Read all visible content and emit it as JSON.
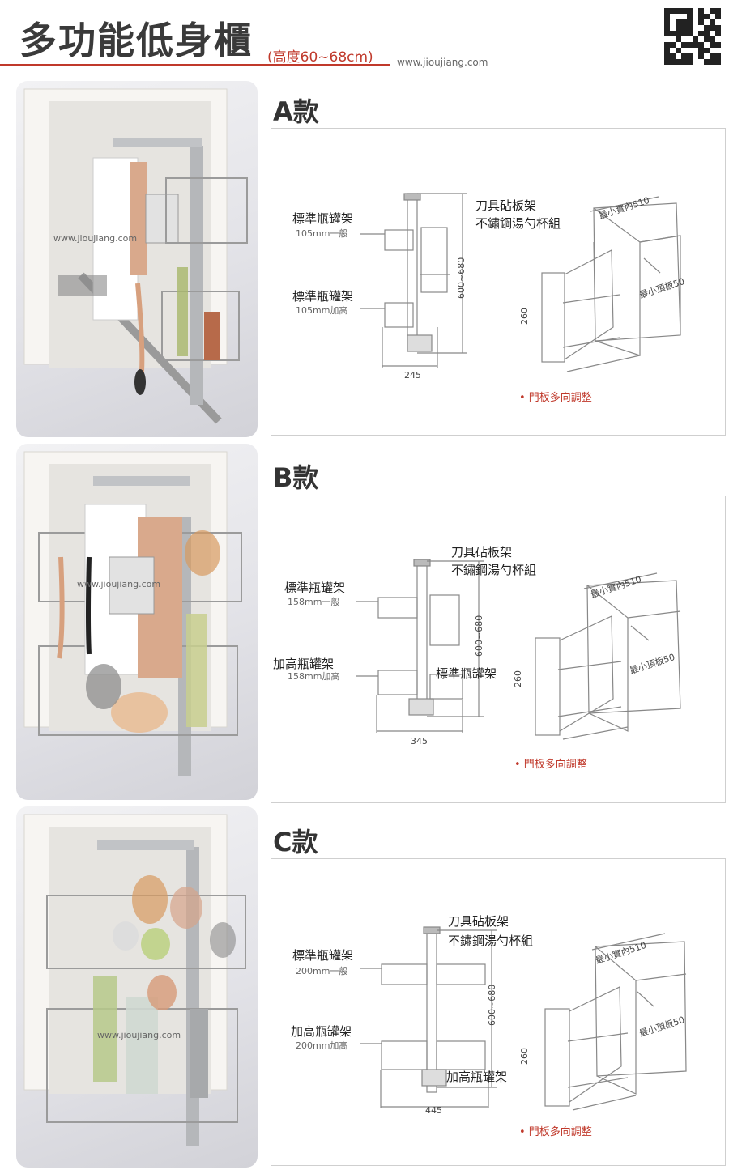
{
  "header": {
    "title": "多功能低身櫃",
    "subtitle": "(高度60~68cm)",
    "website": "www.jioujiang.com"
  },
  "colors": {
    "accent": "#c0392b",
    "text": "#333333",
    "frame": "#cfcfcf"
  },
  "sections": [
    {
      "model": "A款",
      "watermark": "www.jioujiang.com",
      "top_label": "刀具砧板架",
      "top_sub_label": "不鏽鋼湯勺杯組",
      "upper_rack_label": "標準瓶罐架",
      "upper_rack_sub": "105mm一般",
      "lower_rack_label": "標準瓶罐架",
      "lower_rack_sub": "105mm加高",
      "height_dim": "600~680",
      "width_dim": "245",
      "side_dim": "260",
      "inner_dim": "最小實內510",
      "top_board_dim": "最小頂板50",
      "note": "• 門板多向調整"
    },
    {
      "model": "B款",
      "watermark": "www.jioujiang.com",
      "top_label": "刀具砧板架",
      "top_sub_label": "不鏽鋼湯勺杯組",
      "upper_rack_label": "標準瓶罐架",
      "upper_rack_sub": "158mm一般",
      "lower_rack_label": "加高瓶罐架",
      "lower_rack_sub": "158mm加高",
      "extra_label": "標準瓶罐架",
      "height_dim": "600~680",
      "width_dim": "345",
      "side_dim": "260",
      "inner_dim": "最小實內510",
      "top_board_dim": "最小頂板50",
      "note": "• 門板多向調整"
    },
    {
      "model": "C款",
      "watermark": "www.jioujiang.com",
      "top_label": "刀具砧板架",
      "top_sub_label": "不鏽鋼湯勺杯組",
      "upper_rack_label": "標準瓶罐架",
      "upper_rack_sub": "200mm一般",
      "lower_rack_label": "加高瓶罐架",
      "lower_rack_sub": "200mm加高",
      "extra_label": "加高瓶罐架",
      "height_dim": "600~680",
      "width_dim": "445",
      "side_dim": "260",
      "inner_dim": "最小實內510",
      "top_board_dim": "最小頂板50",
      "note": "• 門板多向調整"
    }
  ]
}
